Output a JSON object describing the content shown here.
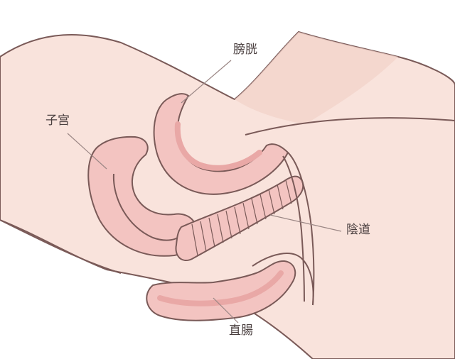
{
  "labels": {
    "bladder": "膀胱",
    "uterus": "子宫",
    "vagina": "陰道",
    "rectum": "直腸"
  },
  "colors": {
    "background": "#ffffff",
    "skin_fill": "#f9e3dc",
    "skin_shadow": "#f2d3ca",
    "organ_fill": "#f3c4c1",
    "organ_inner": "#e9a8a6",
    "outline": "#7a5a58",
    "leader_line": "#9a8684",
    "label_text": "#4a3f3f"
  }
}
